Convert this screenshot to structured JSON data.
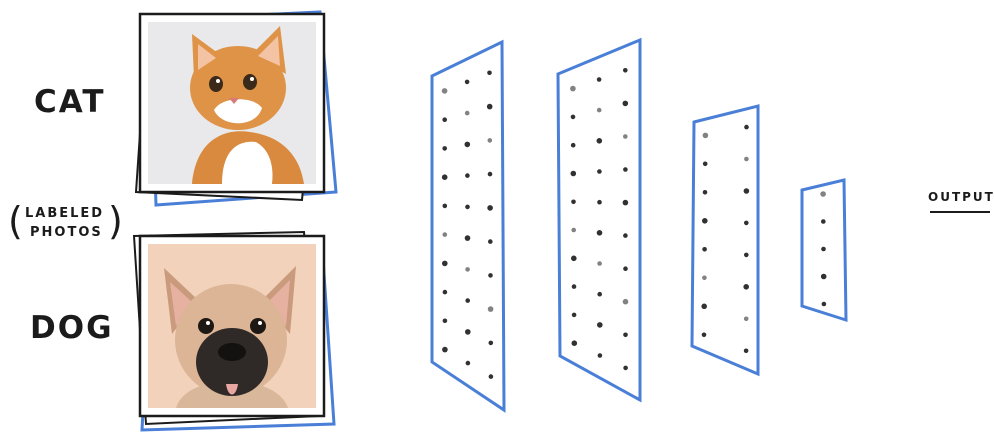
{
  "labels": {
    "cat": "CAT",
    "dog": "DOG",
    "labeled_line1": "LABELED",
    "labeled_line2": "PHOTOS",
    "output": "OUTPUT"
  },
  "colors": {
    "layer_stroke": "#4a7fd8",
    "photo_shadow": "#4a7fd8",
    "ink": "#1b1b1b",
    "cat_background": "#e9e9ec",
    "cat_fur": "#d98a3f",
    "dog_background": "#f2d2bb",
    "dog_fur": "#d9b79a"
  },
  "icons": {
    "cat_photo": "cat-photo-icon",
    "dog_photo": "dog-photo-icon"
  },
  "network": {
    "layers": [
      {
        "columns": 3,
        "rows": 10
      },
      {
        "columns": 3,
        "rows": 10
      },
      {
        "columns": 2,
        "rows": 8
      },
      {
        "columns": 1,
        "rows": 5
      }
    ]
  }
}
